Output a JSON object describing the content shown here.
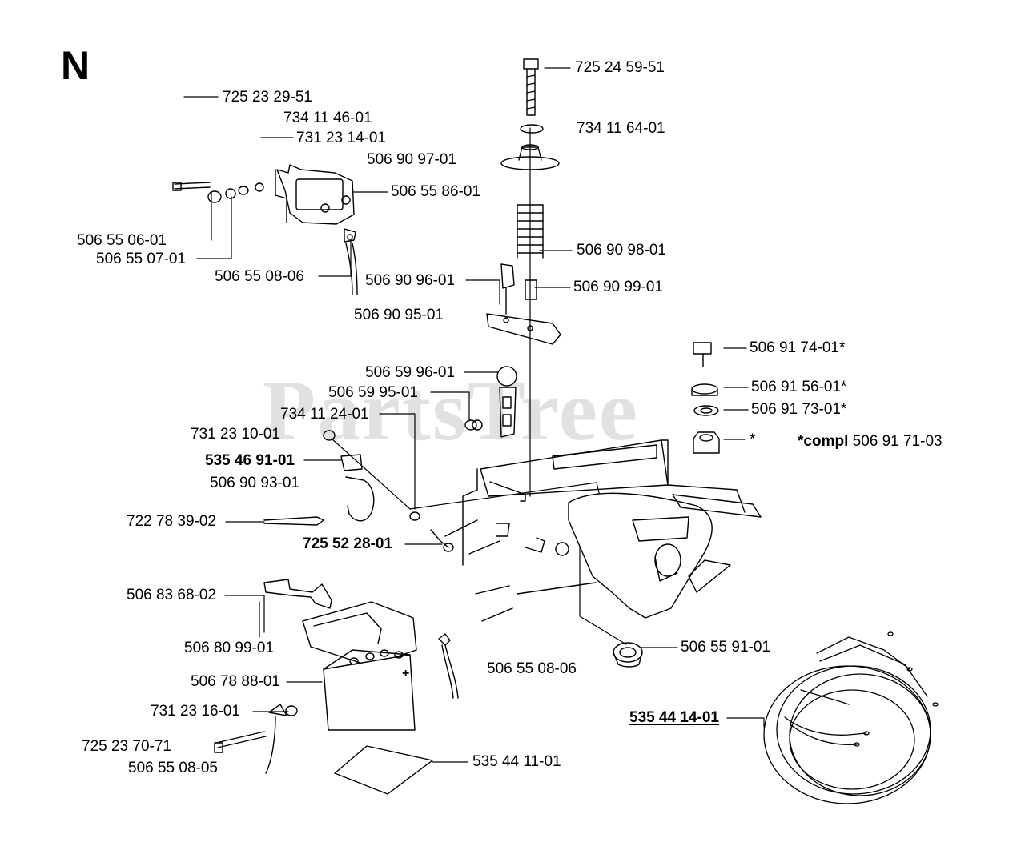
{
  "section": "N",
  "watermark": "PartsTree",
  "parts": {
    "p725232951": "725 23 29-51",
    "p734114601": "734 11 46-01",
    "p731231401": "731 23 14-01",
    "p506909701": "506 90 97-01",
    "p506558601": "506 55 86-01",
    "p506550601": "506 55 06-01",
    "p506550701": "506 55 07-01",
    "p506550806a": "506 55 08-06",
    "p725245951": "725 24 59-51",
    "p734116401": "734 11 64-01",
    "p506909801": "506 90 98-01",
    "p506909601": "506 90 96-01",
    "p506909901": "506 90 99-01",
    "p506909501": "506 90 95-01",
    "p506917401": "506 91 74-01*",
    "p506599601": "506 59 96-01",
    "p506599501": "506 59 95-01",
    "p506915601": "506 91 56-01*",
    "p734112401": "734 11 24-01",
    "p506917301": "506 91 73-01*",
    "p731231001": "731 23 10-01",
    "star": "*",
    "compl_prefix": "*compl",
    "compl_number": "506 91 71-03",
    "p535469101": "535 46 91-01",
    "p506909301": "506 90 93-01",
    "p722783902": "722 78 39-02",
    "p725522801": "725 52 28-01",
    "p506836802": "506 83 68-02",
    "p506809901": "506 80 99-01",
    "p506559101": "506 55 91-01",
    "p506550806b": "506 55 08-06",
    "p506788801": "506 78 88-01",
    "p731231601": "731 23 16-01",
    "p535441401": "535 44 14-01",
    "p725237071": "725 23 70-71",
    "p506550805": "506 55 08-05",
    "p535441101": "535 44 11-01",
    "battery_plus": "+"
  }
}
